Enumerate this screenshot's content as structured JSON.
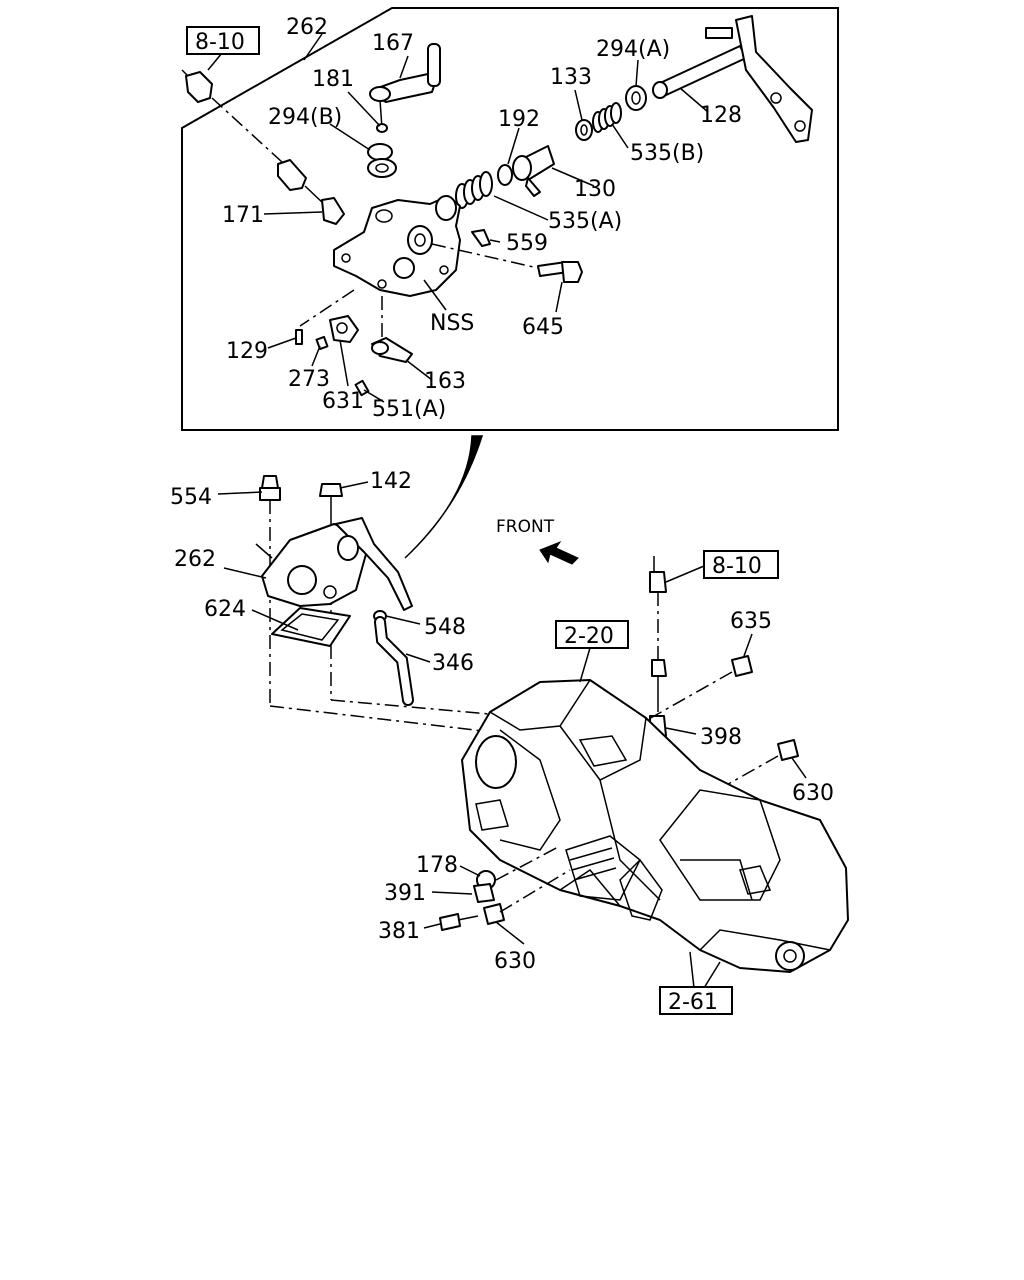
{
  "callouts": {
    "c_8_10_top": "8-10",
    "c_262_top": "262",
    "c_167": "167",
    "c_181": "181",
    "c_294b": "294(B)",
    "c_294a": "294(A)",
    "c_133": "133",
    "c_128": "128",
    "c_192": "192",
    "c_535b": "535(B)",
    "c_130": "130",
    "c_171": "171",
    "c_535a": "535(A)",
    "c_559": "559",
    "c_nss": "NSS",
    "c_645": "645",
    "c_129": "129",
    "c_273": "273",
    "c_631": "631",
    "c_163": "163",
    "c_551a": "551(A)",
    "c_554": "554",
    "c_142": "142",
    "c_front": "FRONT",
    "c_262_mid": "262",
    "c_8_10_mid": "8-10",
    "c_624": "624",
    "c_548": "548",
    "c_346": "346",
    "c_2_20": "2-20",
    "c_635": "635",
    "c_398": "398",
    "c_630_right": "630",
    "c_178": "178",
    "c_391": "391",
    "c_381": "381",
    "c_630_bottom": "630",
    "c_2_61": "2-61"
  },
  "icons": {
    "front_arrow": "arrow-up-left-icon"
  },
  "colors": {
    "line": "#000000",
    "background": "#ffffff"
  }
}
